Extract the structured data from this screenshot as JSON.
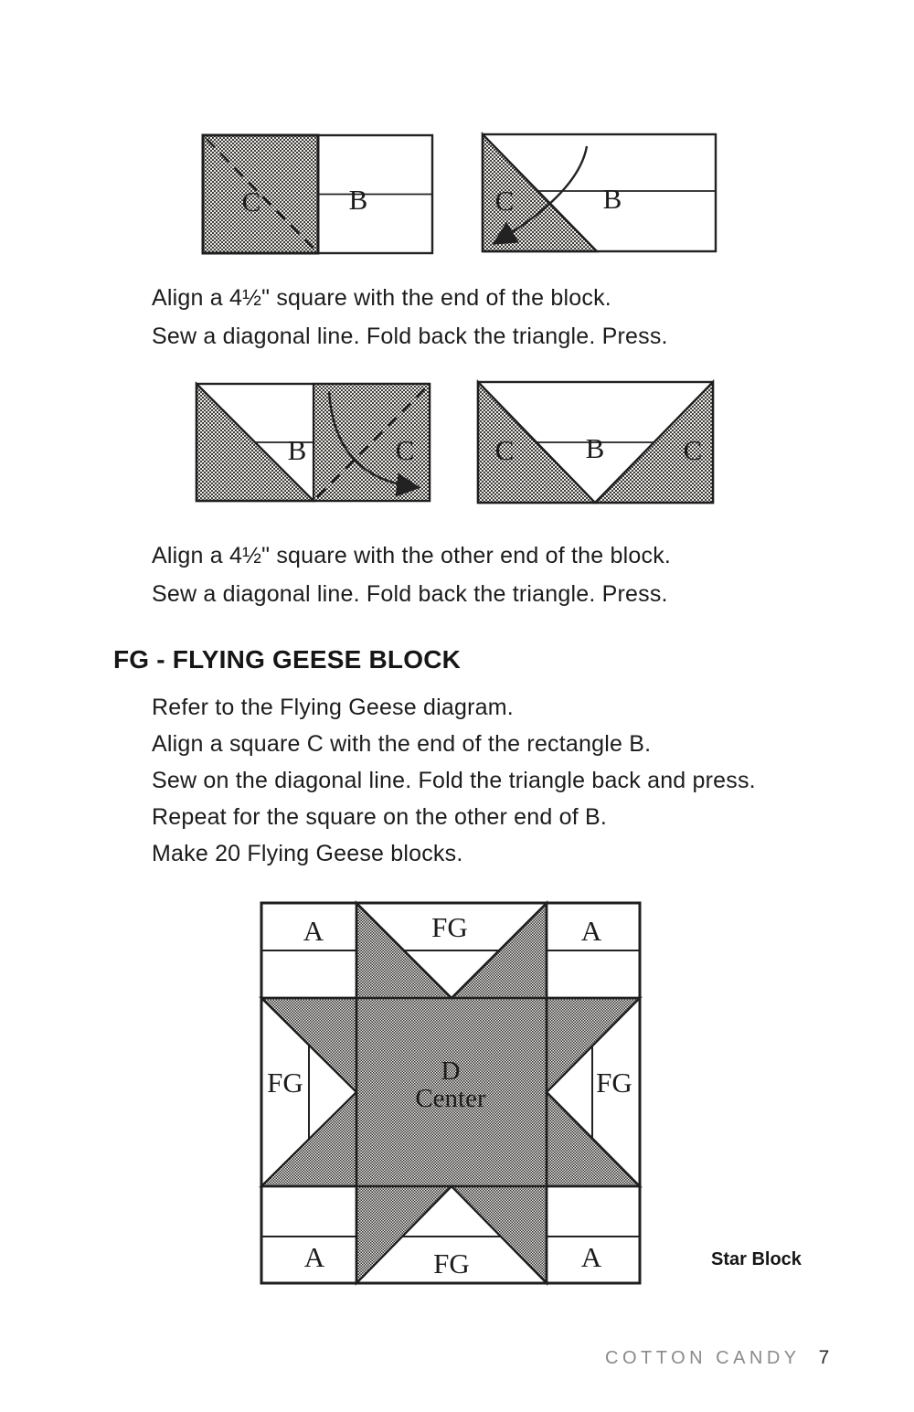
{
  "page": {
    "footer": {
      "book_title": "COTTON CANDY",
      "page_number": "7"
    }
  },
  "colors": {
    "ink": "#1f1f1f",
    "line": "#222222",
    "shade_dark": "#3d3d3d",
    "shade_light": "#edeae5",
    "footer_gray": "#8a8a8a"
  },
  "instructions_1": {
    "lines": [
      "Align a 4½\" square with the end of the block.",
      "Sew a diagonal line. Fold back the triangle. Press."
    ]
  },
  "instructions_2": {
    "lines": [
      "Align a 4½\" square with the other end of the block.",
      "Sew a diagonal line. Fold back the triangle. Press."
    ]
  },
  "fg_section": {
    "heading": "FG - FLYING GEESE BLOCK",
    "steps": [
      "Refer to the Flying Geese diagram.",
      "Align a square C with the end of the rectangle B.",
      "Sew on the diagonal line. Fold the triangle back and press.",
      "Repeat for the square on the other end of B.",
      "Make 20 Flying Geese blocks."
    ]
  },
  "diagrams": {
    "step1_align": {
      "labels": {
        "c": "C",
        "b": "B"
      }
    },
    "step1_fold": {
      "labels": {
        "c": "C",
        "b": "B"
      }
    },
    "step2_align": {
      "labels": {
        "b": "B",
        "c": "C"
      }
    },
    "step2_done": {
      "labels": {
        "c_left": "C",
        "b": "B",
        "c_right": "C"
      }
    },
    "star_block": {
      "caption": "Star Block",
      "labels": {
        "a": "A",
        "fg": "FG",
        "center_line1": "D",
        "center_line2": "Center"
      }
    }
  }
}
